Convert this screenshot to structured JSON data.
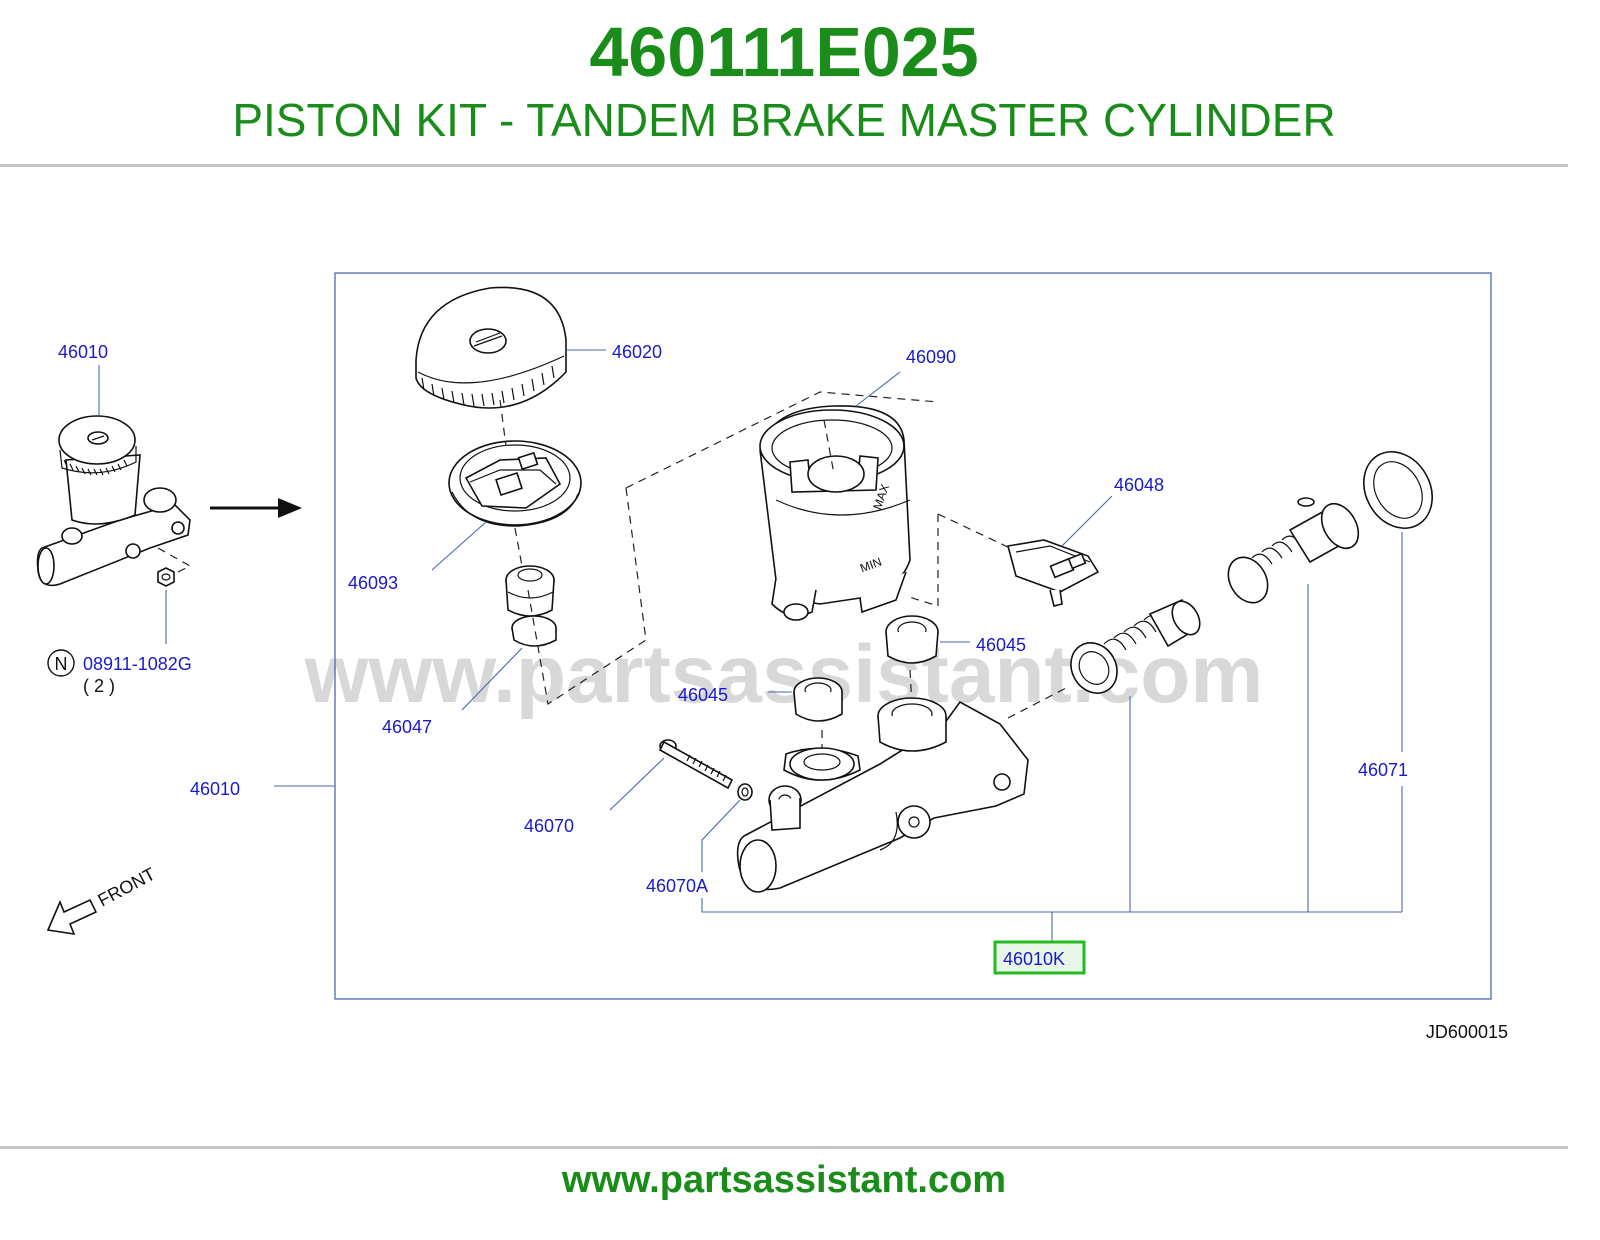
{
  "header": {
    "part_number": "460111E025",
    "title": "PISTON KIT - TANDEM BRAKE MASTER CYLINDER"
  },
  "diagram": {
    "watermark": "www.partsassistant.com",
    "callouts": {
      "c46010_left": "46010",
      "c46020": "46020",
      "c46090": "46090",
      "c46048": "46048",
      "c46093": "46093",
      "c46045_a": "46045",
      "c46045_b": "46045",
      "c46047": "46047",
      "c46010_box": "46010",
      "c46070": "46070",
      "c46070A": "46070A",
      "c46071": "46071",
      "c46010K": "46010K",
      "c08911": "08911-1082G"
    },
    "nut_marker": "N",
    "nut_qty": "( 2 )",
    "front_label": "FRONT",
    "diagram_code": "JD600015"
  },
  "footer": {
    "url": "www.partsassistant.com"
  },
  "colors": {
    "brand_green": "#1a8c1a",
    "callout_blue": "#1a1acc",
    "frame_blue": "#4a68b0",
    "highlight_green": "#22bb22",
    "watermark_gray": "#d8d8d8"
  }
}
